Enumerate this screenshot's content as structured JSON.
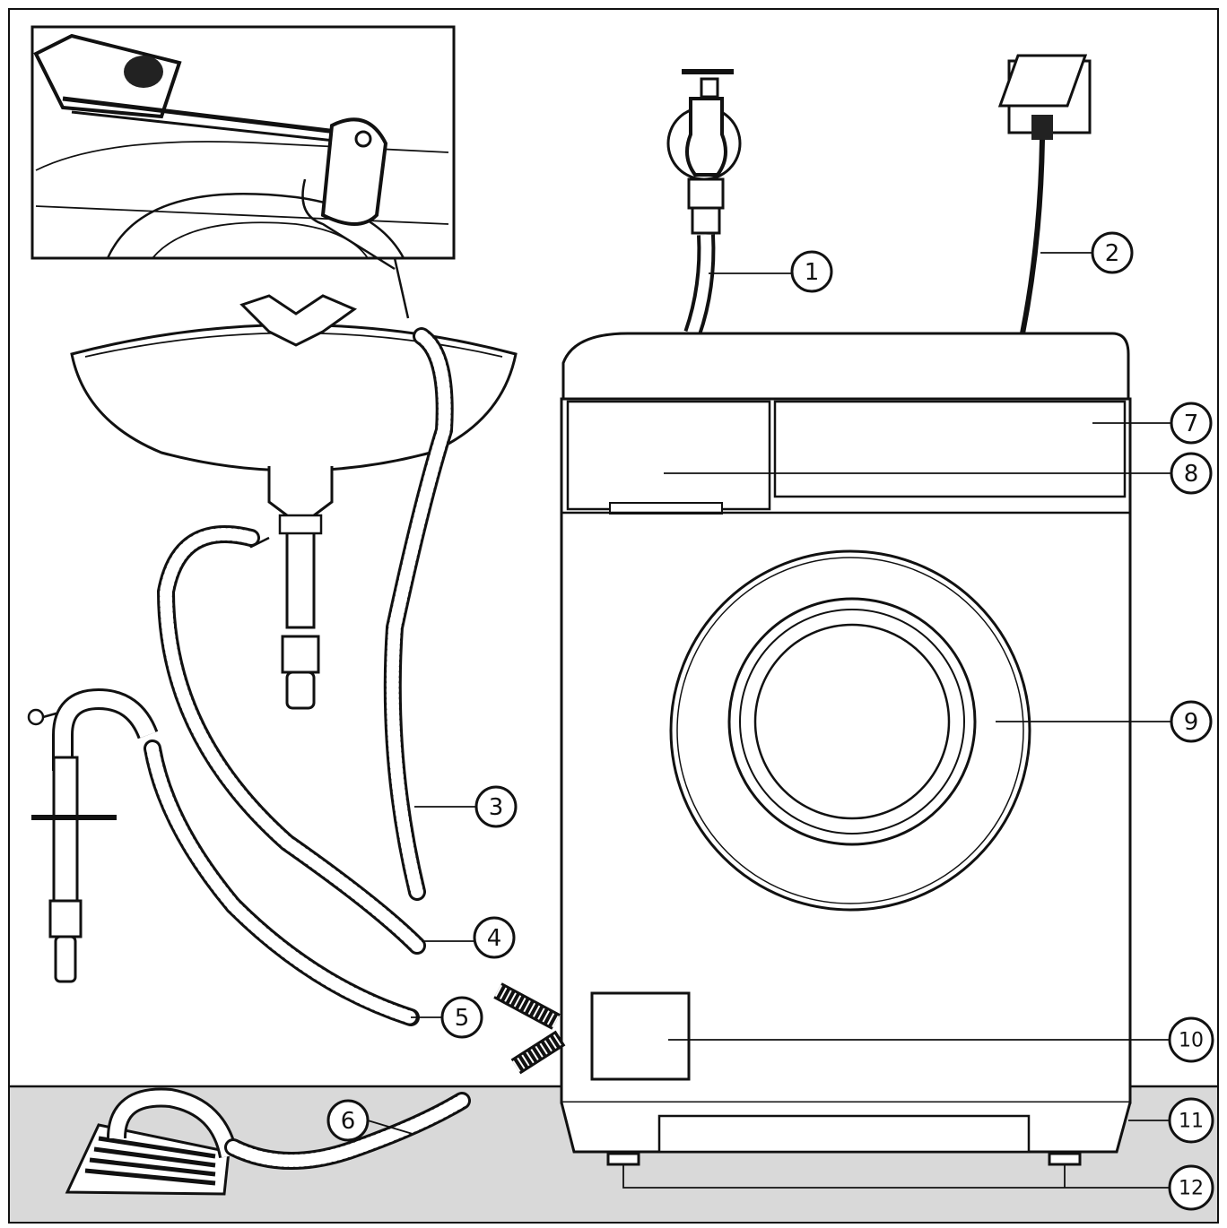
{
  "callouts": [
    {
      "id": "1",
      "label": "1"
    },
    {
      "id": "2",
      "label": "2"
    },
    {
      "id": "3",
      "label": "3"
    },
    {
      "id": "4",
      "label": "4"
    },
    {
      "id": "5",
      "label": "5"
    },
    {
      "id": "6",
      "label": "6"
    },
    {
      "id": "7",
      "label": "7"
    },
    {
      "id": "8",
      "label": "8"
    },
    {
      "id": "9",
      "label": "9"
    },
    {
      "id": "10",
      "label": "10"
    },
    {
      "id": "11",
      "label": "11"
    },
    {
      "id": "12",
      "label": "12"
    }
  ],
  "colors": {
    "line": "#111111",
    "background": "#ffffff",
    "floor": "#d9d9d9"
  }
}
